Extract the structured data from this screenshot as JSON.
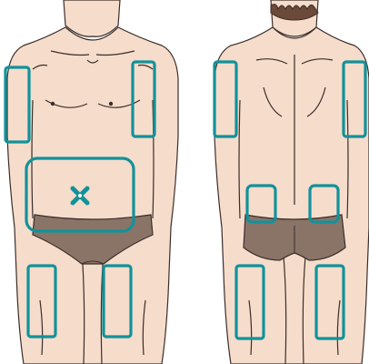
{
  "diagram": {
    "views": [
      {
        "view": "front",
        "injection_sites": [
          "left-upper-arm",
          "right-upper-arm",
          "abdomen",
          "left-thigh",
          "right-thigh"
        ],
        "marker": "navel-x-icon"
      },
      {
        "view": "back",
        "injection_sites": [
          "left-upper-arm",
          "right-upper-arm",
          "left-upper-buttock",
          "right-upper-buttock",
          "left-thigh",
          "right-thigh"
        ]
      }
    ]
  },
  "colors": {
    "skin": "#f6dccb",
    "outline": "#3a2e2a",
    "underwear": "#8a7468",
    "hair": "#6b4a3a",
    "site_outline": "#11929b"
  }
}
